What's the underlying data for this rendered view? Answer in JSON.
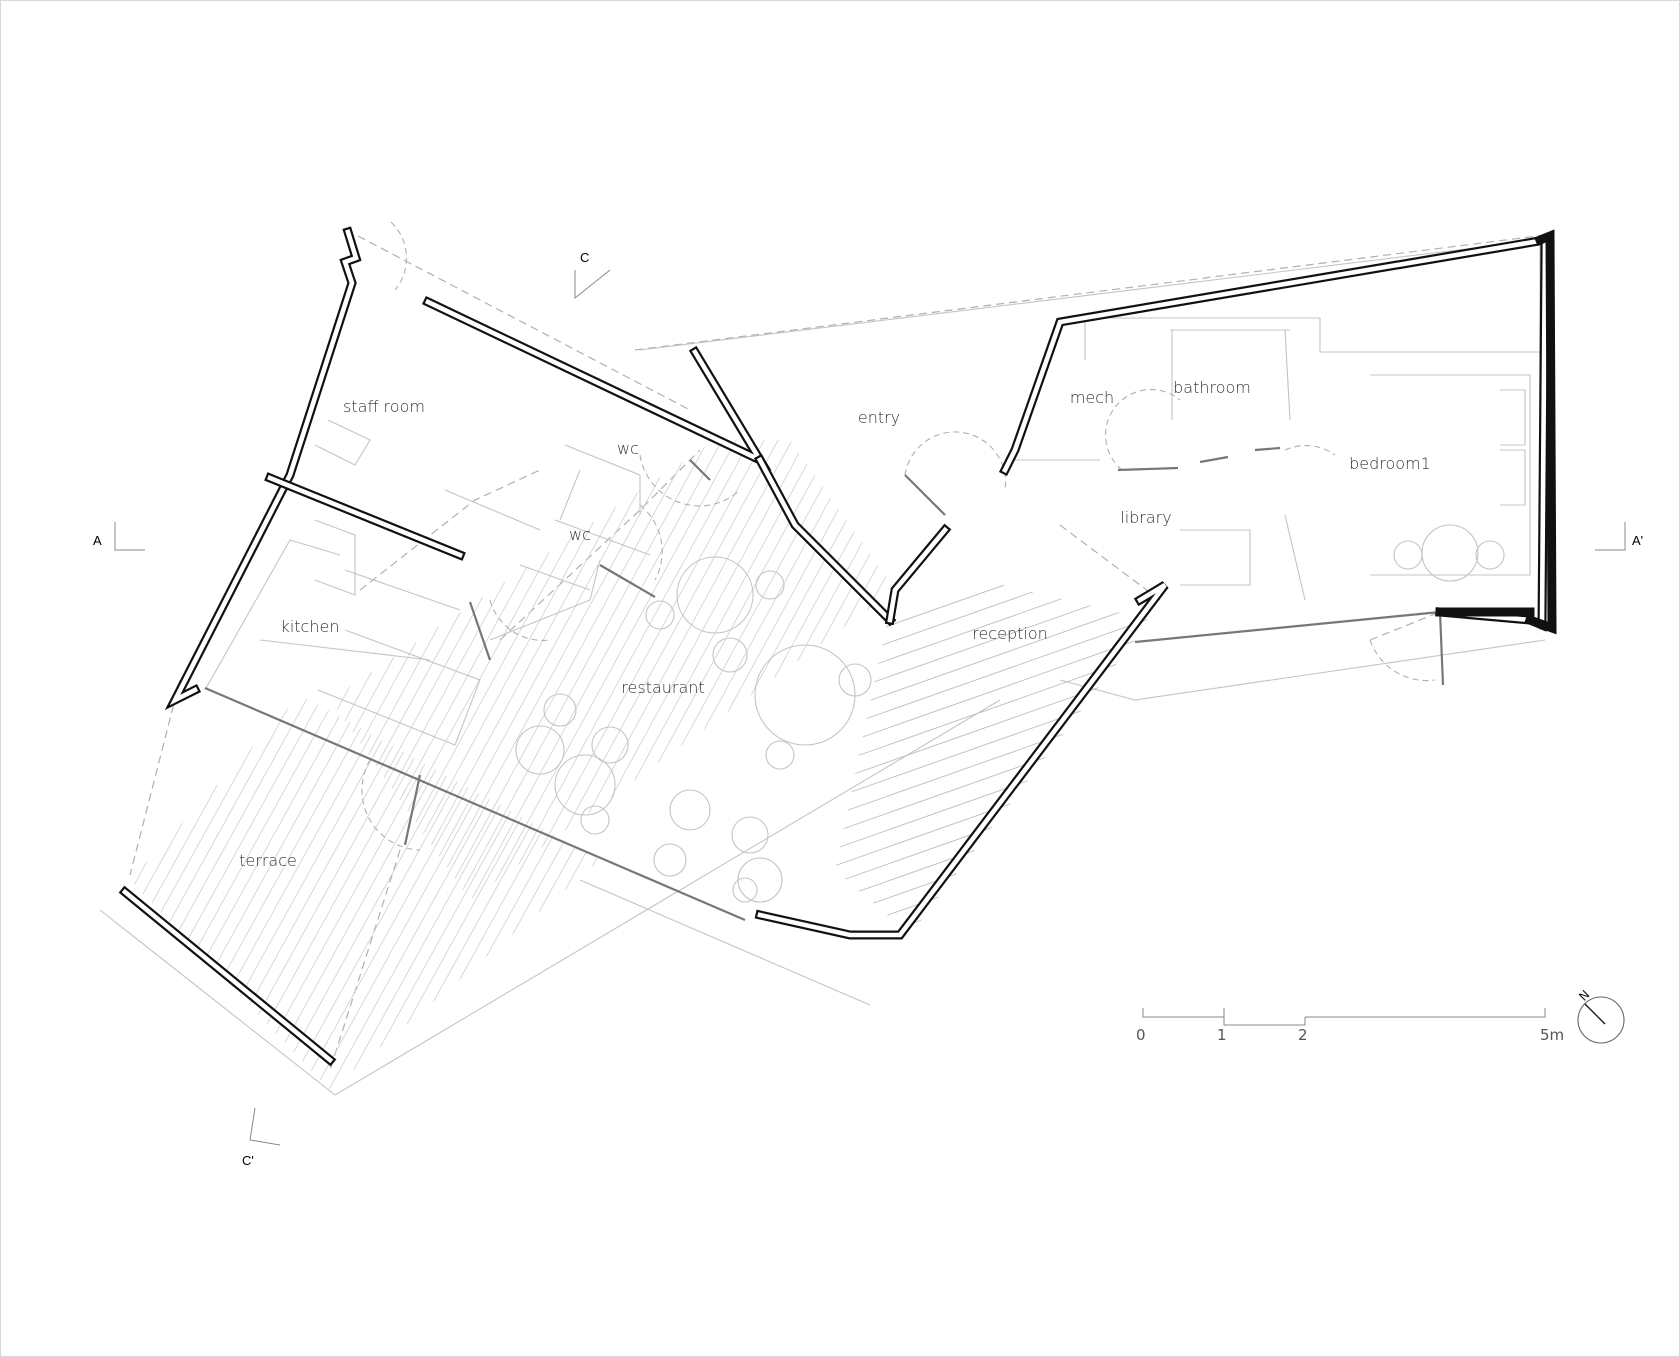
{
  "rooms": {
    "staff_room": "staff room",
    "wc_upper": "wc",
    "wc_lower": "wc",
    "kitchen": "kitchen",
    "restaurant": "restaurant",
    "terrace": "terrace",
    "entry": "entry",
    "mech": "mech",
    "bathroom": "bathroom",
    "library": "library",
    "bedroom1": "bedroom1",
    "reception": "reception"
  },
  "section_marks": {
    "a": "A",
    "a_prime": "A'",
    "c": "C",
    "c_prime": "C'"
  },
  "scale_bar": {
    "labels": [
      "0",
      "1",
      "2",
      "5m"
    ]
  },
  "north_arrow": {
    "label": "N"
  },
  "colors": {
    "wall": "#111111",
    "line": "#c4c4c4",
    "text": "#333333"
  }
}
